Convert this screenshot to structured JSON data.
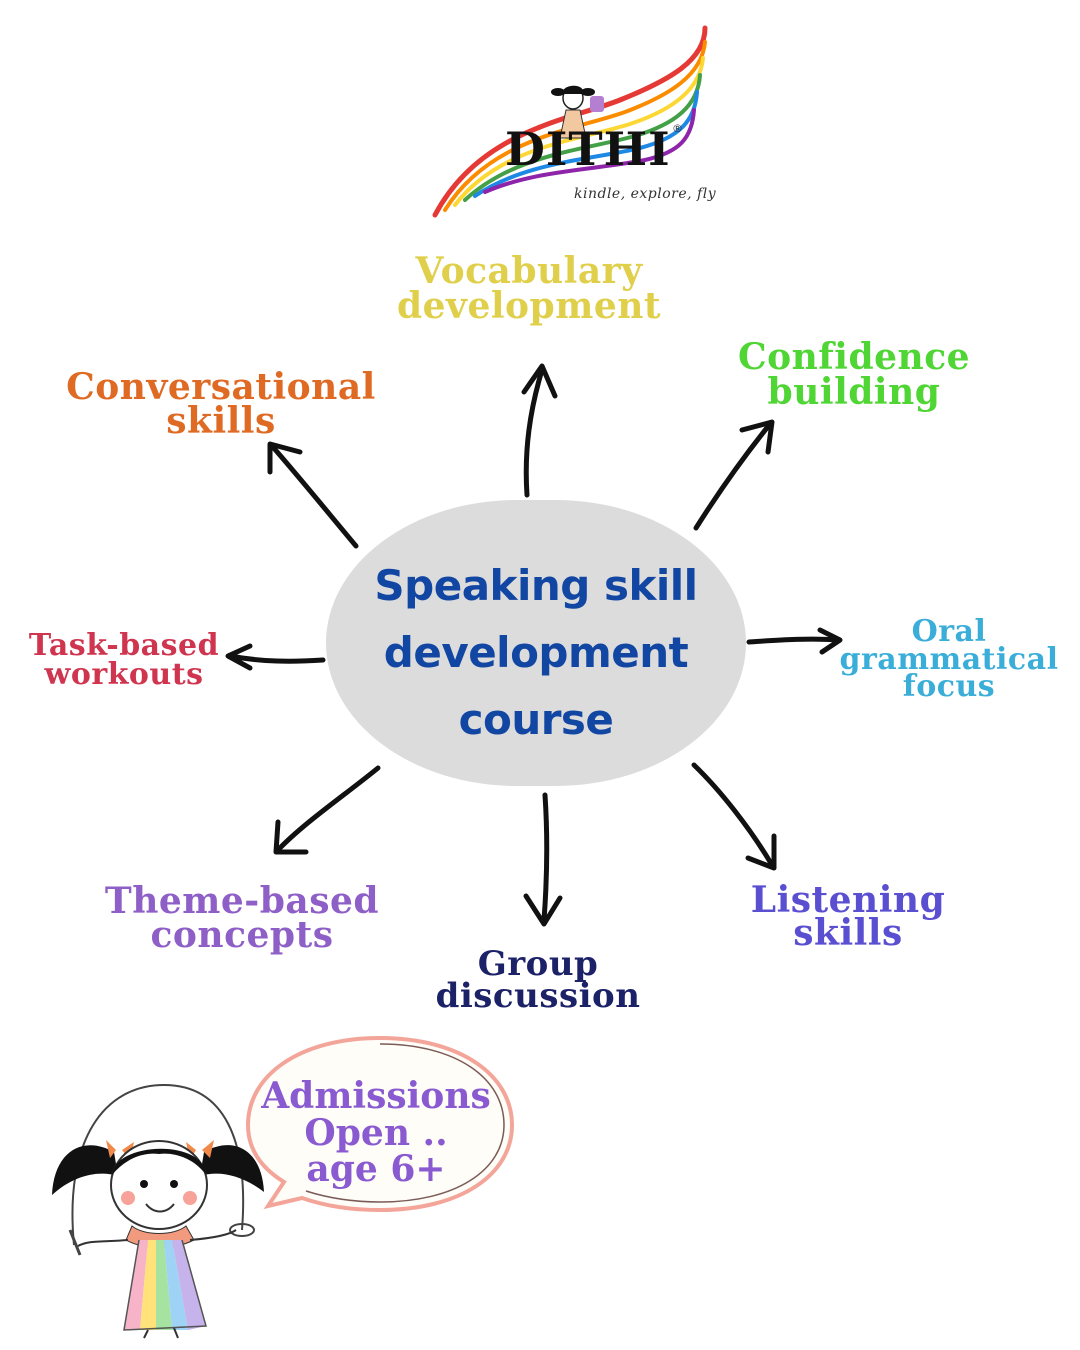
{
  "logo": {
    "brand": "DITHI",
    "registered": "®",
    "tagline": "kindle, explore, fly",
    "colors": [
      "#e53935",
      "#fb8c00",
      "#fdd835",
      "#43a047",
      "#1e88e5",
      "#8e24aa"
    ]
  },
  "center": {
    "lines": [
      "Speaking skill",
      "development",
      "course"
    ],
    "text_color": "#1146a3",
    "fill_color": "#dcdcdc"
  },
  "topics": [
    {
      "id": "vocabulary",
      "lines": [
        "Vocabulary",
        "development"
      ],
      "color": "#e0cf4a"
    },
    {
      "id": "confidence",
      "lines": [
        "Confidence",
        "building"
      ],
      "color": "#4fd534"
    },
    {
      "id": "oral-grammar",
      "lines": [
        "Oral",
        "grammatical",
        "focus"
      ],
      "color": "#3aaed8"
    },
    {
      "id": "listening",
      "lines": [
        "Listening",
        "skills"
      ],
      "color": "#5b4fd1"
    },
    {
      "id": "group-discussion",
      "lines": [
        "Group",
        "discussion"
      ],
      "color": "#1c2268"
    },
    {
      "id": "theme-based",
      "lines": [
        "Theme-based",
        "concepts"
      ],
      "color": "#8e5fc6"
    },
    {
      "id": "task-based",
      "lines": [
        "Task-based",
        "workouts"
      ],
      "color": "#d0354f"
    },
    {
      "id": "conversational",
      "lines": [
        "Conversational",
        "skills"
      ],
      "color": "#df6a23"
    }
  ],
  "bubble": {
    "lines": [
      "Admissions",
      "Open ..",
      "age 6+"
    ],
    "color": "#8a5ad0",
    "border_color": "#f3a59a"
  },
  "mascot": {
    "icon": "girl-skipping-rope-icon"
  }
}
